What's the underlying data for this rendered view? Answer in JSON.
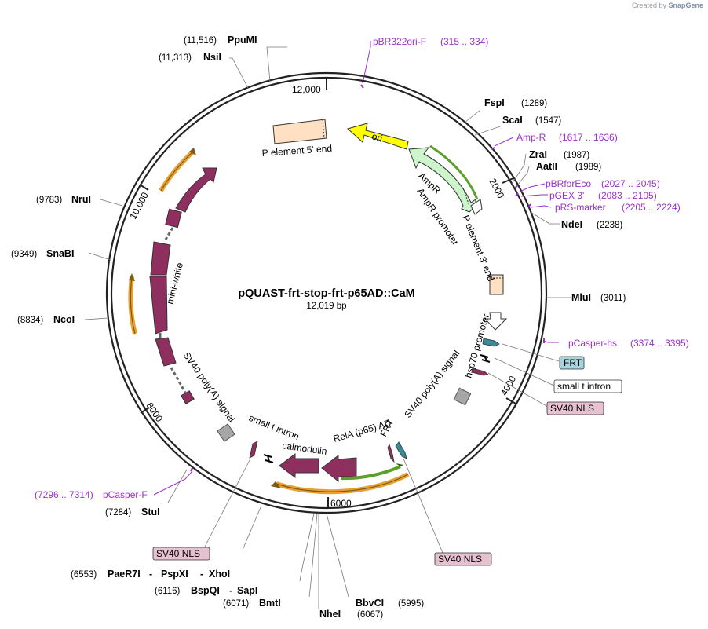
{
  "plasmid": {
    "name": "pQUAST-frt-stop-frt-p65AD::CaM",
    "length_label": "12,019 bp"
  },
  "credit": {
    "prefix": "Created by",
    "brand": "SnapGene"
  },
  "ticks": [
    {
      "label": "12,000"
    },
    {
      "label": "2000"
    },
    {
      "label": "4000"
    },
    {
      "label": "6000"
    },
    {
      "label": "8000"
    },
    {
      "label": "10,000"
    }
  ],
  "sites": [
    {
      "name": "PpuMI",
      "pos": "(11,516)"
    },
    {
      "name": "NsiI",
      "pos": "(11,313)"
    },
    {
      "name": "FspI",
      "pos": "(1289)"
    },
    {
      "name": "ScaI",
      "pos": "(1547)"
    },
    {
      "name": "ZraI",
      "pos": "(1987)"
    },
    {
      "name": "AatII",
      "pos": "(1989)"
    },
    {
      "name": "NdeI",
      "pos": "(2238)"
    },
    {
      "name": "MluI",
      "pos": "(3011)"
    },
    {
      "name": "NruI",
      "pos": "(9783)"
    },
    {
      "name": "SnaBI",
      "pos": "(9349)"
    },
    {
      "name": "NcoI",
      "pos": "(8834)"
    },
    {
      "name": "StuI",
      "pos": "(7284)"
    },
    {
      "name": "PaeR7I",
      "pos": "(6553)",
      "extra1": "PspXI",
      "extra2": "XhoI"
    },
    {
      "name": "BspQI",
      "pos": "(6116)",
      "extra1": "SapI"
    },
    {
      "name": "BmtI",
      "pos": "(6071)"
    },
    {
      "name": "NheI",
      "pos": "(6067)"
    },
    {
      "name": "BbvCI",
      "pos": "(5995)"
    }
  ],
  "primers": [
    {
      "name": "pBR322ori-F",
      "range": "(315 .. 334)"
    },
    {
      "name": "Amp-R",
      "range": "(1617 .. 1636)"
    },
    {
      "name": "pBRforEco",
      "range": "(2027 .. 2045)"
    },
    {
      "name": "pGEX 3'",
      "range": "(2083 .. 2105)"
    },
    {
      "name": "pRS-marker",
      "range": "(2205 .. 2224)"
    },
    {
      "name": "pCasper-hs",
      "range": "(3374 .. 3395)"
    },
    {
      "name": "pCasper-F",
      "range": "(7296 .. 7314)"
    }
  ],
  "boxed": [
    {
      "text": "FRT",
      "fill": "#a6d4de"
    },
    {
      "text": "small t intron",
      "fill": "#ffffff"
    },
    {
      "text": "SV40 NLS",
      "fill": "#e6c1cf"
    },
    {
      "text": "SV40 NLS",
      "fill": "#e6c1cf"
    },
    {
      "text": "SV40 NLS",
      "fill": "#e6c1cf"
    }
  ],
  "features": {
    "p_element_5": "P element 5' end",
    "ori": "ori",
    "ampR": "AmpR",
    "ampR_promoter": "AmpR promoter",
    "p_element_3": "P element 3' end",
    "hsp70_promoter": "hsp70 promoter",
    "sv40_polyA_right": "SV40 poly(A) signal",
    "frt": "FRT",
    "rela": "RelA (p65) AD",
    "calmodulin": "calmodulin",
    "small_t_intron": "small t intron",
    "sv40_polyA_left": "SV40 poly(A) signal",
    "mini_white": "mini-white"
  },
  "colors": {
    "backbone": "#222222",
    "ori": "#ffff00",
    "ampR": "#ccf5cc",
    "p_element": "#ffe0c2",
    "mini_white": "#8f2f5f",
    "frt": "#3a8a9a",
    "polyA": "#a6a6a6",
    "primer": "#9b2fc9",
    "orf_orange": "#e8a030",
    "orf_green": "#5aa02a"
  }
}
